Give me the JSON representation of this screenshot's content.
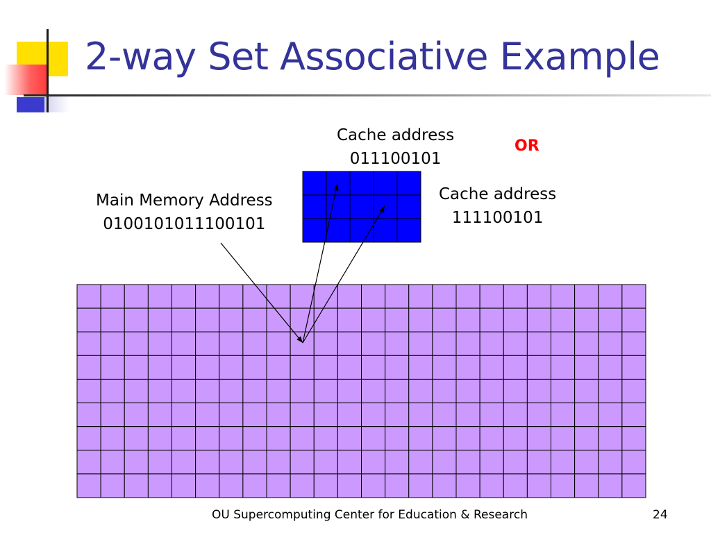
{
  "title": "2-way Set Associative Example",
  "main_memory_label": {
    "line1": "Main Memory Address",
    "line2": "0100101011100101"
  },
  "cache_address_top": {
    "line1": "Cache address",
    "line2": "011100101"
  },
  "cache_address_right": {
    "line1": "Cache address",
    "line2": "111100101"
  },
  "or_label": "OR",
  "footer": {
    "text": "OU Supercomputing Center for Education & Research",
    "page_number": "24"
  },
  "colors": {
    "title": "#333399",
    "cache_fill": "#0000ff",
    "memory_fill": "#cc99ff",
    "or_text": "#ff0000"
  },
  "cache_grid": {
    "rows": 3,
    "cols": 5
  },
  "memory_grid": {
    "rows": 9,
    "cols": 24
  }
}
